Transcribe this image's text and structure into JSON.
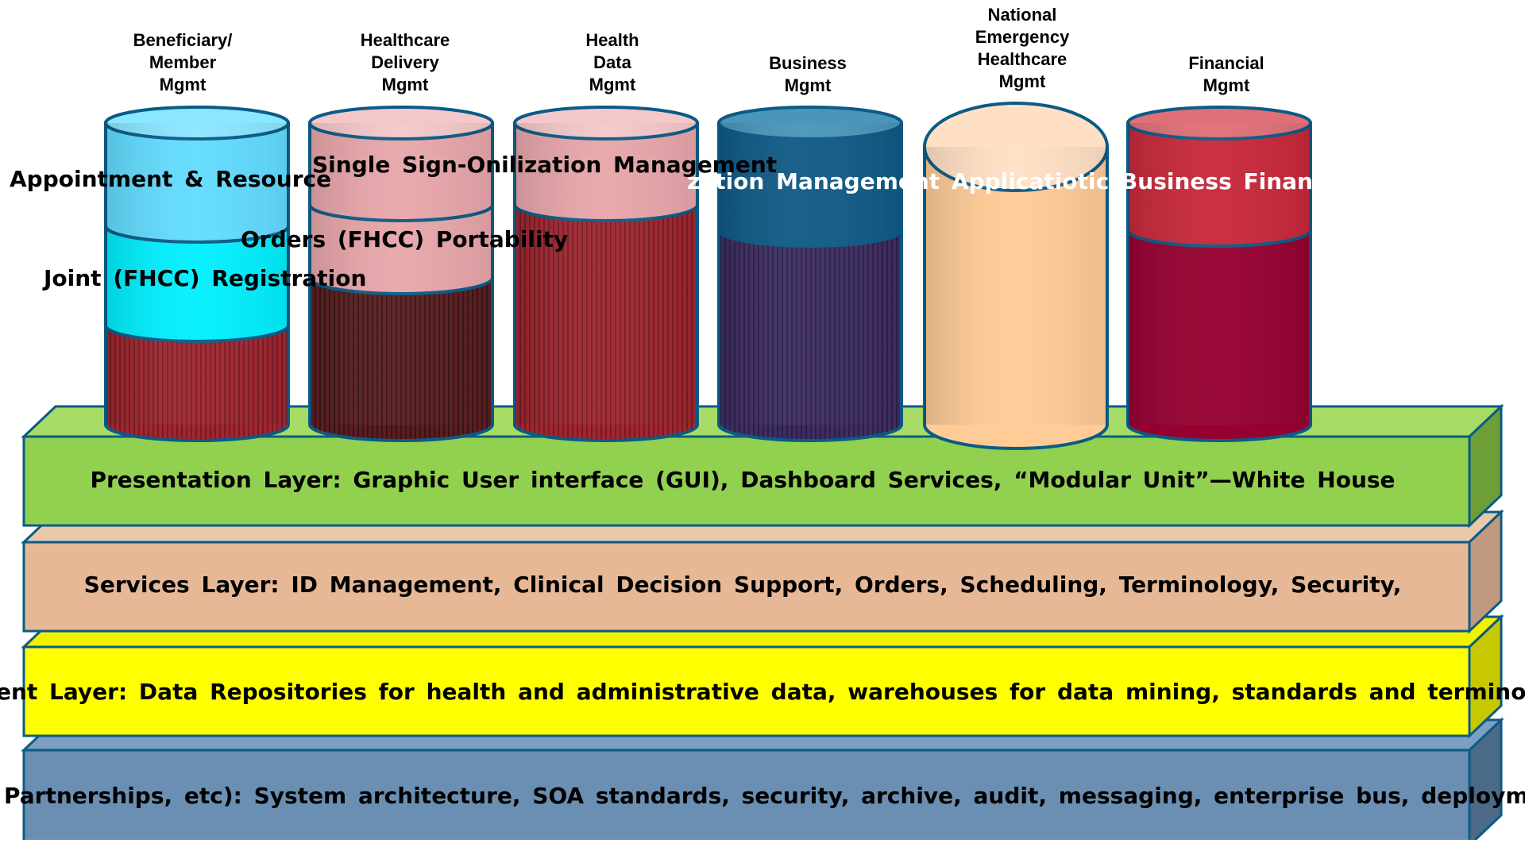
{
  "columns": [
    {
      "label_lines": [
        "Beneficiary/",
        "Member",
        "Mgmt"
      ],
      "top": "#62dcff",
      "top_edge": "#8be6ff",
      "mid": "#00f0ff",
      "body_a": "#7c1a22",
      "body_b": "#c0303a"
    },
    {
      "label_lines": [
        "Healthcare",
        "Delivery",
        "Mgmt"
      ],
      "top": "#e8a6aa",
      "top_edge": "#f4c8ca",
      "mid": "#e8a6aa",
      "body_a": "#3a1212",
      "body_b": "#7a2a30"
    },
    {
      "label_lines": [
        "Health",
        "Data",
        "Mgmt"
      ],
      "top": "#e8a6aa",
      "top_edge": "#f4c8ca",
      "body_a": "#7c1a22",
      "body_b": "#c0303a"
    },
    {
      "label_lines": [
        "Business",
        "Mgmt"
      ],
      "top": "#0f5a86",
      "top_edge": "#4a95ba",
      "body_a": "#2a1f4a",
      "body_b": "#5a3a7a"
    },
    {
      "label_lines": [
        "National",
        "Emergency",
        "Healthcare",
        "Mgmt"
      ],
      "top": "#ffcb96",
      "top_edge": "#ffe0c4",
      "body_a": "#ffcb96",
      "body_b": "#ffcb96"
    },
    {
      "label_lines": [
        "Financial",
        "Mgmt"
      ],
      "top": "#c8283a",
      "top_edge": "#e07078",
      "body_a": "#960030",
      "body_b": "#960030"
    }
  ],
  "overlay_texts": {
    "appointment": "Appointment & Resource",
    "single_sign_on": "Single Sign-Onilization Management",
    "orders": "Orders (FHCC) Portability",
    "joint": "Joint (FHCC) Registration",
    "white_row": "zation Management Applicatiotic Business Financial A"
  },
  "layers": [
    {
      "text": "Presentation Layer: Graphic User interface (GUI), Dashboard Services, “Modular Unit”—White House",
      "front": "#92d050",
      "top": "#a6dc66",
      "side": "#6e9e38"
    },
    {
      "text": "Services Layer:  ID Management, Clinical Decision Support, Orders, Scheduling, Terminology, Security,",
      "front": "#e6b896",
      "top": "#ecc8aa",
      "side": "#c09a80"
    },
    {
      "text": "ent Layer:  Data Repositories for health and administrative data, warehouses for data mining, standards and terminology to",
      "front": "#ffff00",
      "top": "#f2f200",
      "side": "#c8c800"
    },
    {
      "text": "Partnerships, etc):  System architecture, SOA standards, security, archive, audit, messaging, enterprise bus, deployment tool",
      "front": "#6a8fb2",
      "top": "#7e9fc0",
      "side": "#4a6a88"
    }
  ],
  "colors": {
    "stroke": "#0b5b86"
  }
}
